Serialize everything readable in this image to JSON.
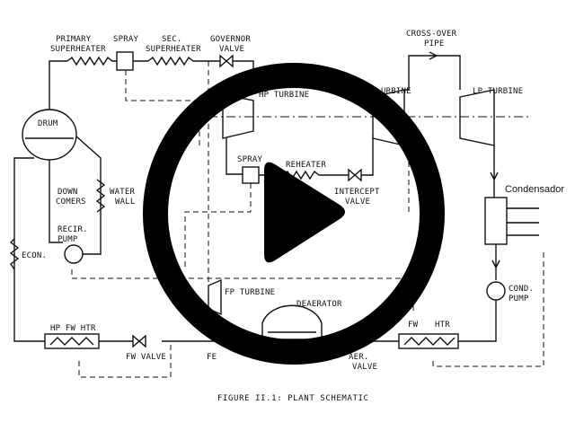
{
  "diagram": {
    "caption": "FIGURE II.1:  PLANT SCHEMATIC",
    "labels": {
      "primary_superheater_1": "PRIMARY",
      "primary_superheater_2": "SUPERHEATER",
      "spray_top": "SPRAY",
      "sec_superheater_1": "SEC.",
      "sec_superheater_2": "SUPERHEATER",
      "governor_valve_1": "GOVERNOR",
      "governor_valve_2": "VALVE",
      "cross_over_1": "CROSS-OVER",
      "cross_over_2": "PIPE",
      "hp_turbine": "HP TURBINE",
      "ip_turbine_partial": "URBINE",
      "lp_turbine": "LP TURBINE",
      "drum": "DRUM",
      "down_comers_1": "DOWN",
      "down_comers_2": "COMERS",
      "water_wall_1": "WATER",
      "water_wall_2": "WALL",
      "recir_pump_1": "RECIR.",
      "recir_pump_2": "PUMP",
      "econ": "ECON.",
      "spray_mid": "SPRAY",
      "reheater": "REHEATER",
      "intercept_valve_1": "INTERCEPT",
      "intercept_valve_2": "VALVE",
      "condensador": "Condensador",
      "cond_pump_1": "COND.",
      "cond_pump_2": "PUMP",
      "fp_turbine": "FP TURBINE",
      "deaerator": "DEAERATOR",
      "hp_fw_htr": "HP  FW  HTR",
      "fw_valve": "FW VALVE",
      "fw_partial": "FE",
      "fw": "FW",
      "htr": "HTR",
      "deaer_valve_partial_1": "AER.",
      "deaer_valve_partial_2": "VALVE"
    }
  },
  "player": {
    "icon": "play-icon",
    "color": "#000000"
  }
}
